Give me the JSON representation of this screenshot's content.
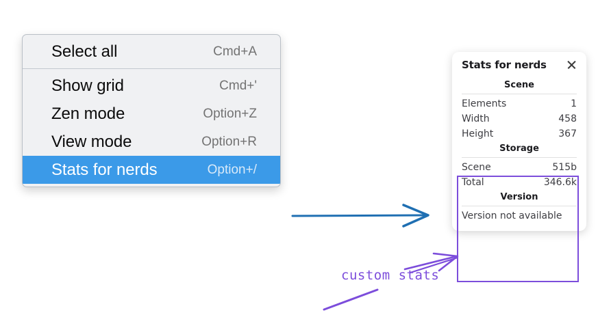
{
  "context_menu": {
    "groups": [
      {
        "items": [
          {
            "label": "Select all",
            "shortcut": "Cmd+A",
            "selected": false
          }
        ]
      },
      {
        "items": [
          {
            "label": "Show grid",
            "shortcut": "Cmd+'",
            "selected": false
          },
          {
            "label": "Zen mode",
            "shortcut": "Option+Z",
            "selected": false
          },
          {
            "label": "View mode",
            "shortcut": "Option+R",
            "selected": false
          },
          {
            "label": "Stats for nerds",
            "shortcut": "Option+/",
            "selected": true
          }
        ]
      }
    ]
  },
  "stats_panel": {
    "title": "Stats for nerds",
    "close_icon": "close-icon",
    "sections": [
      {
        "heading": "Scene",
        "rows": [
          {
            "label": "Elements",
            "value": "1"
          },
          {
            "label": "Width",
            "value": "458"
          },
          {
            "label": "Height",
            "value": "367"
          }
        ]
      },
      {
        "heading": "Storage",
        "rows": [
          {
            "label": "Scene",
            "value": "515b"
          },
          {
            "label": "Total",
            "value": "346.6k"
          }
        ]
      },
      {
        "heading": "Version",
        "note": "Version not available"
      }
    ]
  },
  "annotations": {
    "handwritten_label": "custom stats",
    "arrow_blue": "menu-to-panel-arrow",
    "arrow_purple": "custom-stats-arrow",
    "underline_purple": "custom-stats-underline"
  },
  "colors": {
    "menu_background": "#f0f1f3",
    "menu_border": "#b9bfc6",
    "selection_blue": "#3b9ae8",
    "annotation_purple": "#7c4ddb",
    "annotation_blue": "#1f6fb2",
    "panel_background": "#ffffff",
    "page_background": "#ffffff"
  }
}
